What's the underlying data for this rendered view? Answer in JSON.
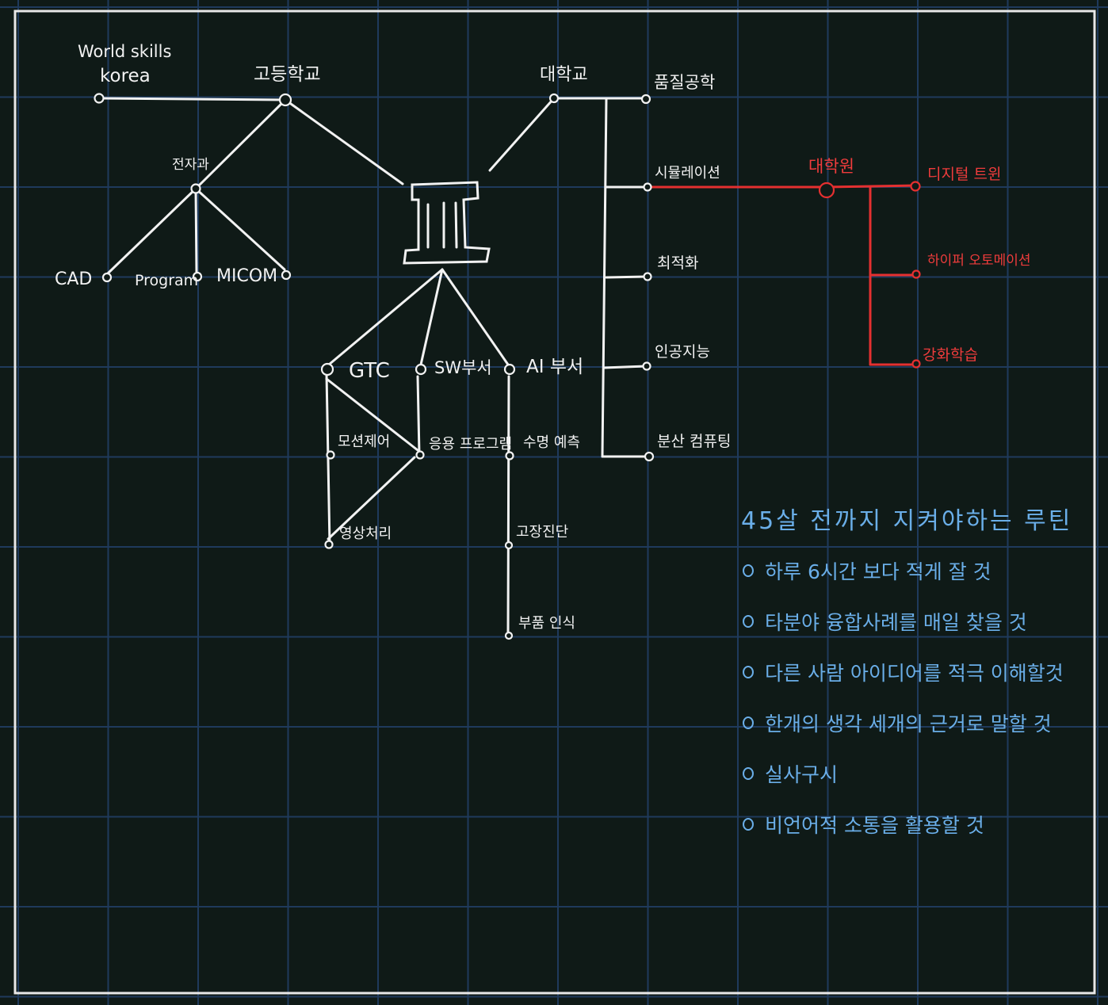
{
  "labels": {
    "world_skills_line1": "World skills",
    "world_skills_line2": "korea",
    "high_school": "고등학교",
    "electronics": "전자과",
    "cad": "CAD",
    "program": "Program",
    "micom": "MICOM",
    "university": "대학교",
    "gtc": "GTC",
    "sw_dept": "SW부서",
    "ai_dept": "AI 부서",
    "motion_control": "모션제어",
    "app_program": "응용 프로그램",
    "life_prediction": "수명 예측",
    "image_processing": "영상처리",
    "fault_diagnosis": "고장진단",
    "part_recognition": "부품 인식",
    "quality_eng": "품질공학",
    "simulation": "시뮬레이션",
    "optimization": "최적화",
    "ai": "인공지능",
    "distributed": "분산 컴퓨팅",
    "grad_school": "대학원",
    "digital_twin": "디지털 트윈",
    "hyper_automation": "하이퍼 오토메이션",
    "reinforcement": "강화학습"
  },
  "colors": {
    "background": "#0f1a17",
    "grid": "#1f3a5c",
    "ink_white": "#f2f2f2",
    "ink_red": "#e53030",
    "ink_blue": "#6aaee8"
  },
  "routine": {
    "title": "45살 전까지 지켜야하는 루틴",
    "items": [
      "하루 6시간 보다 적게 잘 것",
      "타분야 융합사례를 매일 찾을 것",
      "다른 사람 아이디어를 적극 이해할것",
      "한개의 생각 세개의 근거로 말할 것",
      "실사구시",
      "비언어적 소통을 활용할 것"
    ]
  }
}
